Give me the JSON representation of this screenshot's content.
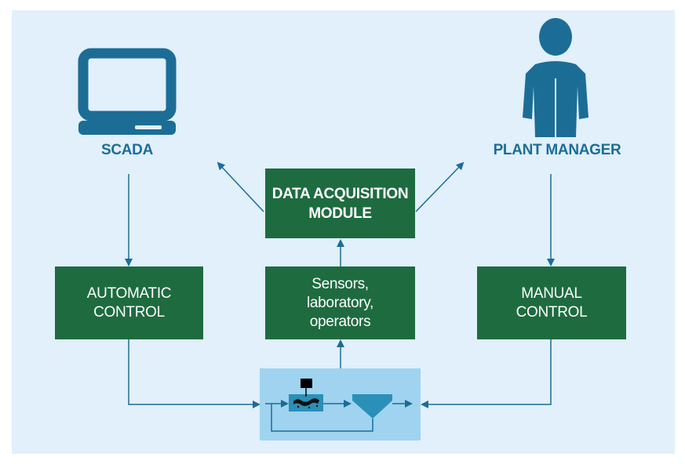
{
  "colors": {
    "background": "#e1f0fa",
    "box_green": "#1e6b40",
    "accent_blue": "#1c6d96",
    "process_panel": "#9fd3ef",
    "process_tank": "#2b8fb8"
  },
  "nodes": {
    "scada": {
      "label": "SCADA",
      "icon": "computer-monitor-icon"
    },
    "plant_manager": {
      "label": "PLANT MANAGER",
      "icon": "person-icon"
    },
    "data_acquisition": {
      "line1": "DATA ACQUISITION",
      "line2": "MODULE"
    },
    "automatic_control": {
      "line1": "AUTOMATIC",
      "line2": "CONTROL"
    },
    "sensors": {
      "line1": "Sensors,",
      "line2": "laboratory,",
      "line3": "operators"
    },
    "manual_control": {
      "line1": "MANUAL",
      "line2": "CONTROL"
    },
    "process": {
      "icon": "treatment-process-icon"
    }
  }
}
